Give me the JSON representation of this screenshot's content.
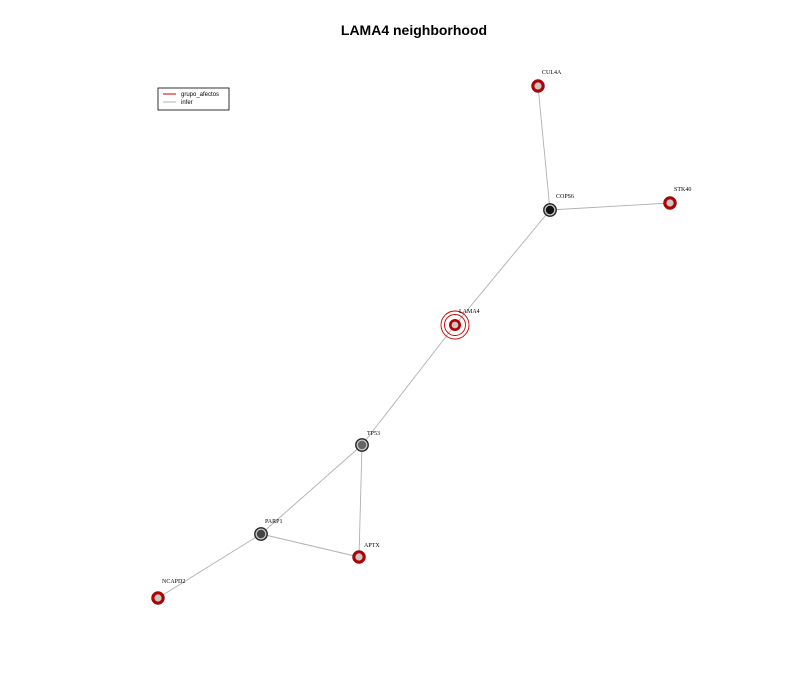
{
  "title": "LAMA4 neighborhood",
  "legend": {
    "items": [
      {
        "label": "grupo_afectos",
        "color": "#cc0000"
      },
      {
        "label": "infer",
        "color": "#b0b0b0"
      }
    ]
  },
  "colors": {
    "affected_ring": "#b80000",
    "neighbor_ring": "#111111",
    "edge": "#b0b0b0",
    "focus_ring": "#cc0000"
  },
  "nodes": [
    {
      "id": "CUL4A",
      "label": "CUL4A",
      "kind": "affected"
    },
    {
      "id": "STK40",
      "label": "STK40",
      "kind": "affected"
    },
    {
      "id": "COPS6",
      "label": "COPS6",
      "kind": "neighbor",
      "fill": "#111111"
    },
    {
      "id": "LAMA4",
      "label": "LAMA4",
      "kind": "focus"
    },
    {
      "id": "TP53",
      "label": "TP53",
      "kind": "neighbor",
      "fill": "#666666"
    },
    {
      "id": "PARP1",
      "label": "PARP1",
      "kind": "neighbor",
      "fill": "#444444"
    },
    {
      "id": "APTX",
      "label": "APTX",
      "kind": "affected"
    },
    {
      "id": "NCAPD2",
      "label": "NCAPD2",
      "kind": "affected"
    }
  ],
  "edges": [
    {
      "source": "CUL4A",
      "target": "COPS6"
    },
    {
      "source": "STK40",
      "target": "COPS6"
    },
    {
      "source": "COPS6",
      "target": "LAMA4"
    },
    {
      "source": "LAMA4",
      "target": "TP53"
    },
    {
      "source": "TP53",
      "target": "PARP1"
    },
    {
      "source": "TP53",
      "target": "APTX"
    },
    {
      "source": "PARP1",
      "target": "APTX"
    },
    {
      "source": "PARP1",
      "target": "NCAPD2"
    }
  ]
}
